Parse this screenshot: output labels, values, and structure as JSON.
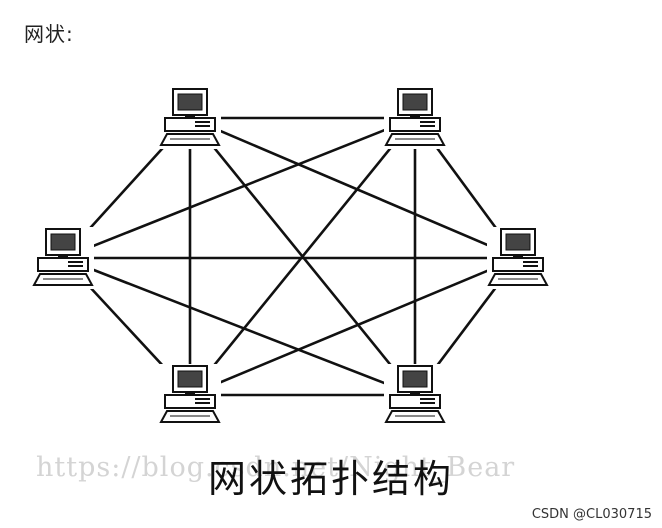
{
  "heading": "网状:",
  "caption": "网状拓扑结构",
  "watermark": "https://blog.csdn.net/Night_Bear",
  "credit": "CSDN @CL030715",
  "colors": {
    "line": "#111111",
    "screen": "#444444",
    "frame": "#111111",
    "background": "#ffffff"
  },
  "nodes": [
    {
      "id": "pc-top-left",
      "icon": "desktop-computer-icon"
    },
    {
      "id": "pc-top-right",
      "icon": "desktop-computer-icon"
    },
    {
      "id": "pc-left",
      "icon": "desktop-computer-icon"
    },
    {
      "id": "pc-right",
      "icon": "desktop-computer-icon"
    },
    {
      "id": "pc-bottom-left",
      "icon": "desktop-computer-icon"
    },
    {
      "id": "pc-bottom-right",
      "icon": "desktop-computer-icon"
    }
  ],
  "links": [
    [
      "pc-top-left",
      "pc-top-right"
    ],
    [
      "pc-top-left",
      "pc-left"
    ],
    [
      "pc-top-left",
      "pc-bottom-left"
    ],
    [
      "pc-top-left",
      "pc-right"
    ],
    [
      "pc-top-left",
      "pc-bottom-right"
    ],
    [
      "pc-top-right",
      "pc-left"
    ],
    [
      "pc-top-right",
      "pc-right"
    ],
    [
      "pc-top-right",
      "pc-bottom-left"
    ],
    [
      "pc-top-right",
      "pc-bottom-right"
    ],
    [
      "pc-left",
      "pc-right"
    ],
    [
      "pc-left",
      "pc-bottom-left"
    ],
    [
      "pc-left",
      "pc-bottom-right"
    ],
    [
      "pc-right",
      "pc-bottom-left"
    ],
    [
      "pc-right",
      "pc-bottom-right"
    ],
    [
      "pc-bottom-left",
      "pc-bottom-right"
    ]
  ]
}
